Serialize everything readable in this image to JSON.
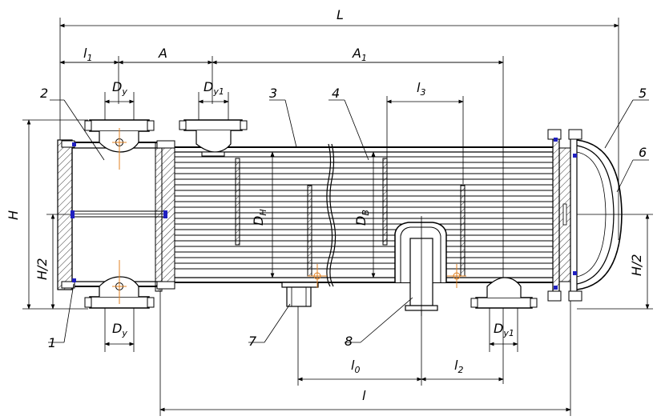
{
  "dimensions": {
    "L": "L",
    "l1": "l",
    "l1_sub": "1",
    "A": "A",
    "A1": "A",
    "A1_sub": "1",
    "l3": "l",
    "l3_sub": "3",
    "Dy_top_left": "D",
    "Dy_top_left_sub": "y",
    "Dy1_top": "D",
    "Dy1_top_sub": "y1",
    "Dy_bottom_left": "D",
    "Dy_bottom_left_sub": "y",
    "Dy1_bottom": "D",
    "Dy1_bottom_sub": "y1",
    "H": "H",
    "H2_left": "H/2",
    "H2_right": "H/2",
    "Dn": "D",
    "Dn_sub": "H",
    "Dv": "D",
    "Dv_sub": "B",
    "l0": "l",
    "l0_sub": "0",
    "l2": "l",
    "l2_sub": "2",
    "l": "l"
  },
  "callouts": [
    "1",
    "2",
    "3",
    "4",
    "5",
    "6",
    "7",
    "8"
  ]
}
